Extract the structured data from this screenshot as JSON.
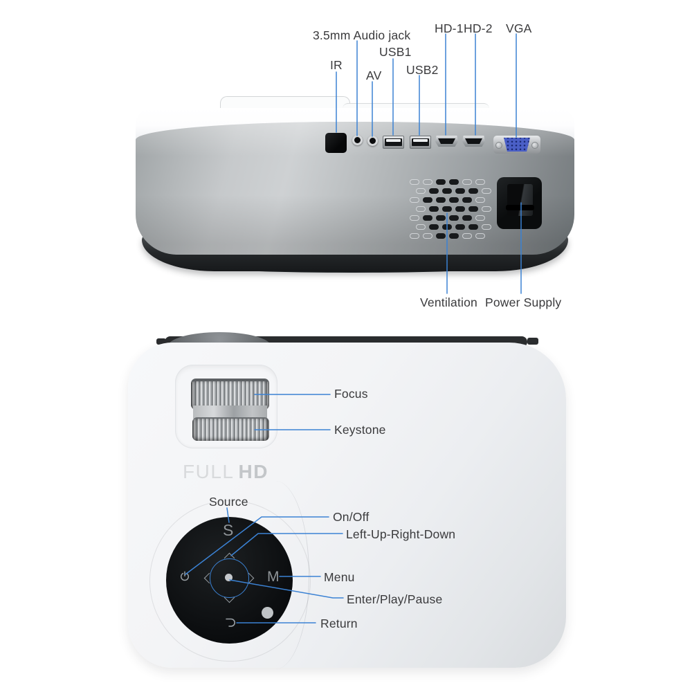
{
  "colors": {
    "annotation_line": "#3b82d4",
    "label_text": "#3a3a3c",
    "vga_port_blue": "#4a5fc6",
    "projector_body_gray": "#aaaeb1",
    "top_view_body": "#eef0f3"
  },
  "rear_view": {
    "labels": {
      "audio_jack": "3.5mm Audio jack",
      "ir": "IR",
      "av": "AV",
      "usb1": "USB1",
      "usb2": "USB2",
      "hd1": "HD-1",
      "hd2": "HD-2",
      "vga": "VGA",
      "ventilation": "Ventilation",
      "power_supply": "Power Supply"
    }
  },
  "top_view": {
    "labels": {
      "focus": "Focus",
      "keystone": "Keystone",
      "source": "Source",
      "on_off": "On/Off",
      "dpad": "Left-Up-Right-Down",
      "menu": "Menu",
      "enter": "Enter/Play/Pause",
      "return": "Return"
    },
    "printed_text": {
      "full": "FULL",
      "hd": "HD"
    },
    "button_glyphs": {
      "source": "S",
      "menu": "M"
    }
  }
}
